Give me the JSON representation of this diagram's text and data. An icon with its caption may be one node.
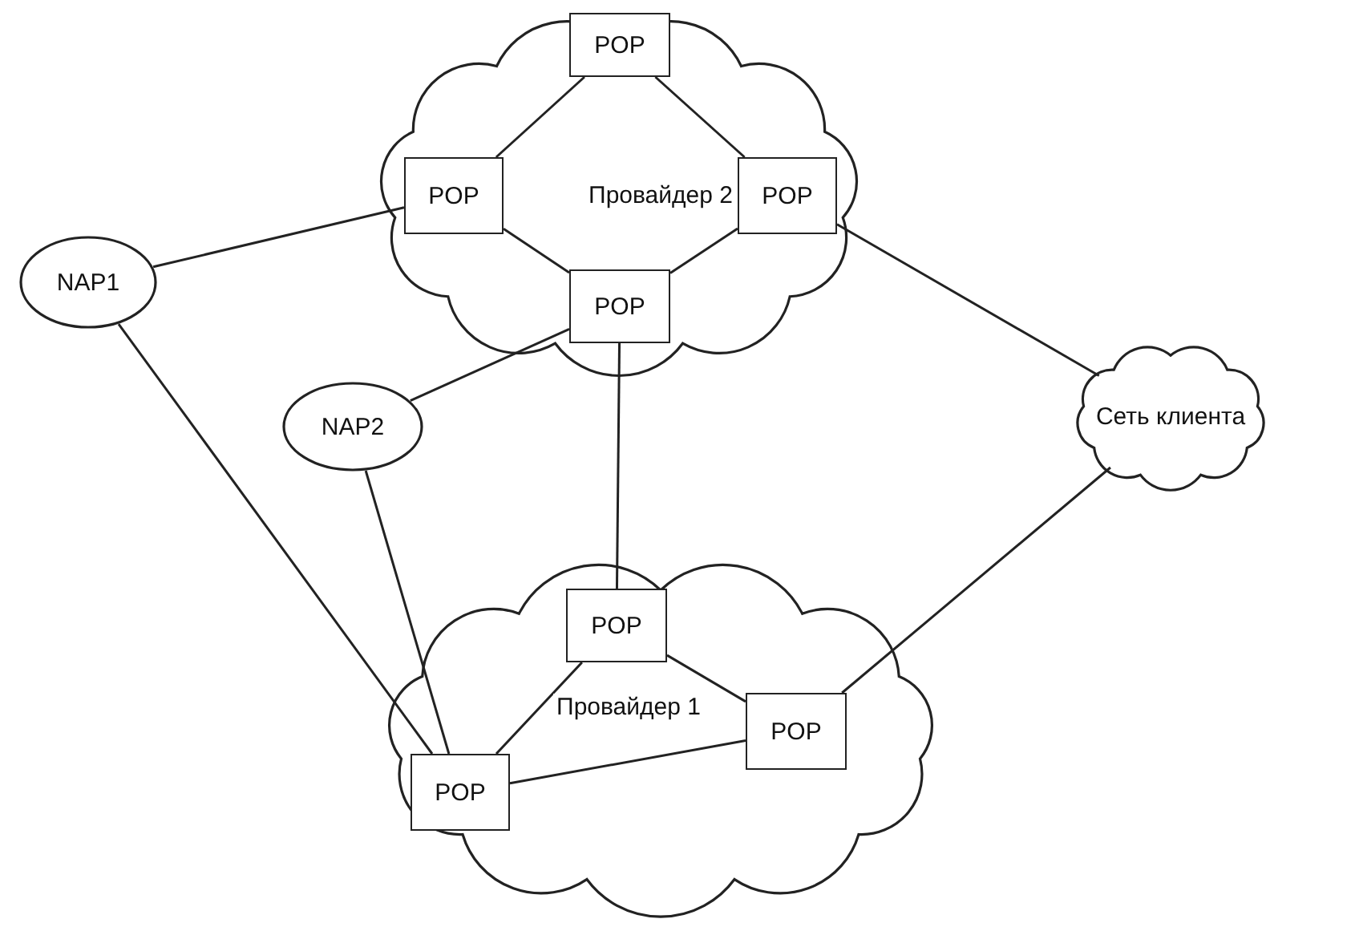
{
  "diagram": {
    "nodes": [
      {
        "text": [
          "Провайдер 2"
        ]
      },
      {
        "text": [
          "POP"
        ],
        "in": 0
      },
      {
        "text": [
          "POP"
        ],
        "in": 0
      },
      {
        "text": [
          "POP"
        ],
        "in": 0
      },
      {
        "text": [
          "POP"
        ],
        "in": 0
      },
      {
        "text": [
          "NAP1"
        ]
      },
      {
        "text": [
          "NAP2"
        ]
      },
      {
        "text": [
          "Сеть клиента"
        ]
      },
      {
        "text": [
          "Провайдер 1"
        ]
      },
      {
        "text": [
          "POP"
        ],
        "in": 8
      },
      {
        "text": [
          "POP"
        ],
        "in": 8
      },
      {
        "text": [
          "POP"
        ],
        "in": 8
      }
    ],
    "edges": [
      {
        "from": 1,
        "to": 2,
        "arrow": "none"
      },
      {
        "from": 1,
        "to": 3,
        "arrow": "none"
      },
      {
        "from": 2,
        "to": 4,
        "arrow": "none"
      },
      {
        "from": 3,
        "to": 4,
        "arrow": "none"
      },
      {
        "from": 5,
        "to": 2,
        "arrow": "none"
      },
      {
        "from": 4,
        "to": 6,
        "arrow": "none"
      },
      {
        "from": 4,
        "to": 9,
        "arrow": "none"
      },
      {
        "from": 3,
        "to": 7,
        "arrow": "none"
      },
      {
        "from": 5,
        "to": 11,
        "arrow": "none"
      },
      {
        "from": 6,
        "to": 11,
        "arrow": "none"
      },
      {
        "from": 9,
        "to": 11,
        "arrow": "none"
      },
      {
        "from": 9,
        "to": 10,
        "arrow": "none"
      },
      {
        "from": 10,
        "to": 11,
        "arrow": "none"
      },
      {
        "from": 10,
        "to": 7,
        "arrow": "none"
      }
    ]
  }
}
